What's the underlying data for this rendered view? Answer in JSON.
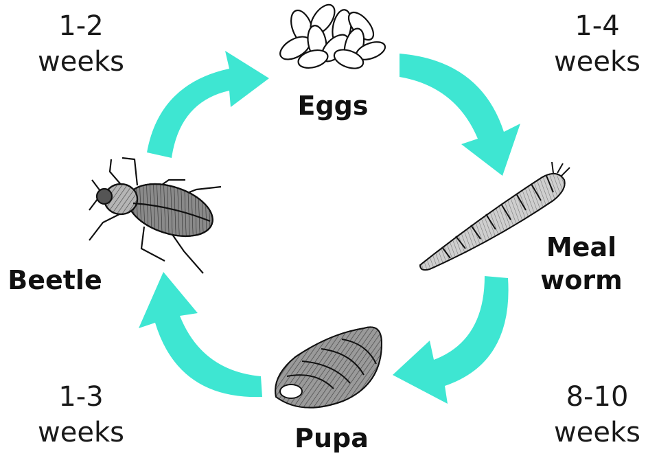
{
  "diagram": {
    "arrow_color": "#3ee6d2",
    "stages": {
      "eggs": "Eggs",
      "mealworm_line1": "Meal",
      "mealworm_line2": "worm",
      "pupa": "Pupa",
      "beetle": "Beetle"
    },
    "durations": {
      "beetle_to_eggs": {
        "value": "1-2",
        "unit": "weeks"
      },
      "eggs_to_mealworm": {
        "value": "1-4",
        "unit": "weeks"
      },
      "pupa_to_beetle": {
        "value": "1-3",
        "unit": "weeks"
      },
      "mealworm_to_pupa": {
        "value": "8-10",
        "unit": "weeks"
      }
    },
    "icons": [
      "eggs-illustration",
      "mealworm-illustration",
      "pupa-illustration",
      "beetle-illustration"
    ]
  }
}
